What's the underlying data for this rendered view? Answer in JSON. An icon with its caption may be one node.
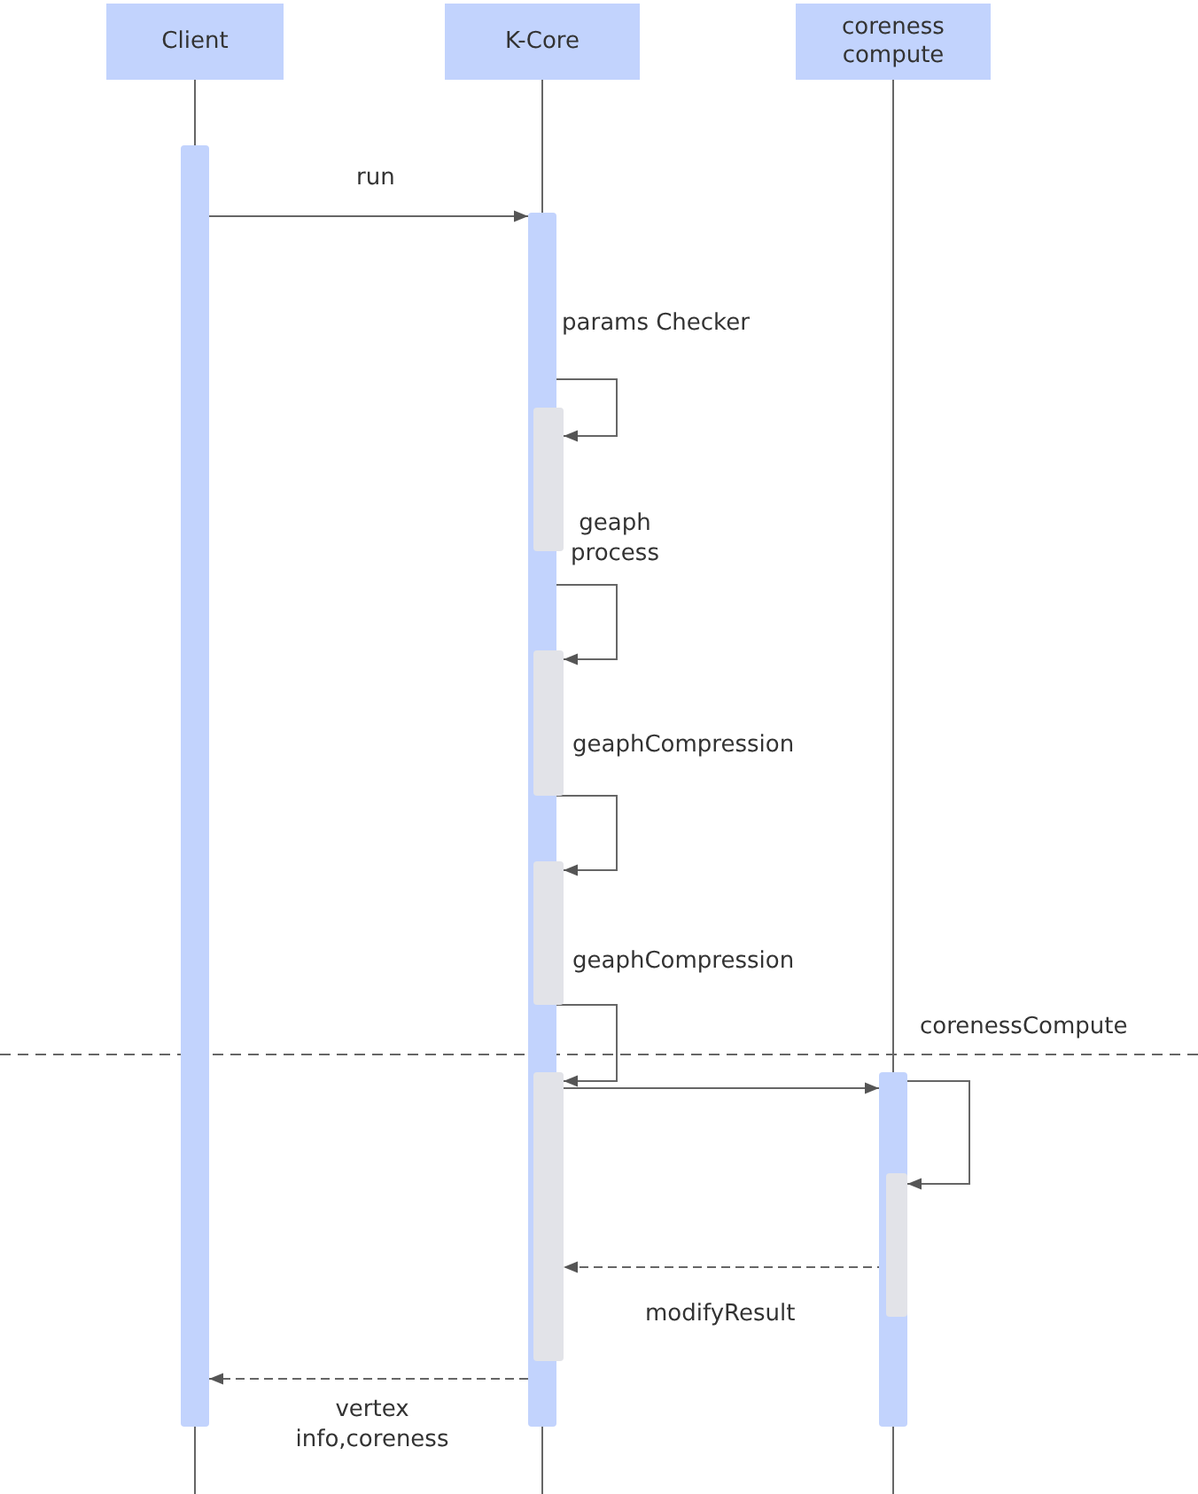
{
  "diagram": {
    "nodes": [
      {
        "text": [
          "Client"
        ]
      },
      {
        "text": [
          "K-Core"
        ]
      },
      {
        "text": [
          "coreness compute"
        ]
      },
      {
        "text": [],
        "shape": "bar"
      },
      {
        "text": [],
        "shape": "bar"
      },
      {
        "text": [],
        "shape": "bar"
      },
      {
        "text": [],
        "shape": "bar"
      },
      {
        "text": [],
        "shape": "bar"
      },
      {
        "text": [],
        "shape": "bar"
      },
      {
        "text": [],
        "shape": "bar"
      },
      {
        "text": [],
        "shape": "bar",
        "in": 9
      }
    ],
    "edges": [
      {
        "from": 3,
        "to": 4,
        "arrow": "to",
        "label": "run"
      },
      {
        "from": 4,
        "to": 5,
        "arrow": "to",
        "label": "params Checker"
      },
      {
        "from": 4,
        "to": 6,
        "arrow": "to",
        "label": "geaph process"
      },
      {
        "from": 4,
        "to": 7,
        "arrow": "to",
        "label": "geaphCompression"
      },
      {
        "from": 4,
        "to": 8,
        "arrow": "to",
        "label": "geaphCompression"
      },
      {
        "from": 8,
        "to": 9,
        "arrow": "to"
      },
      {
        "from": 9,
        "to": 10,
        "arrow": "to",
        "label": "corenessCompute"
      },
      {
        "from": 10,
        "to": 8,
        "arrow": "to",
        "label": "modifyResult",
        "style": "dashed"
      },
      {
        "from": 4,
        "to": 3,
        "arrow": "to",
        "label": "vertex info,coreness",
        "style": "dashed"
      }
    ]
  }
}
